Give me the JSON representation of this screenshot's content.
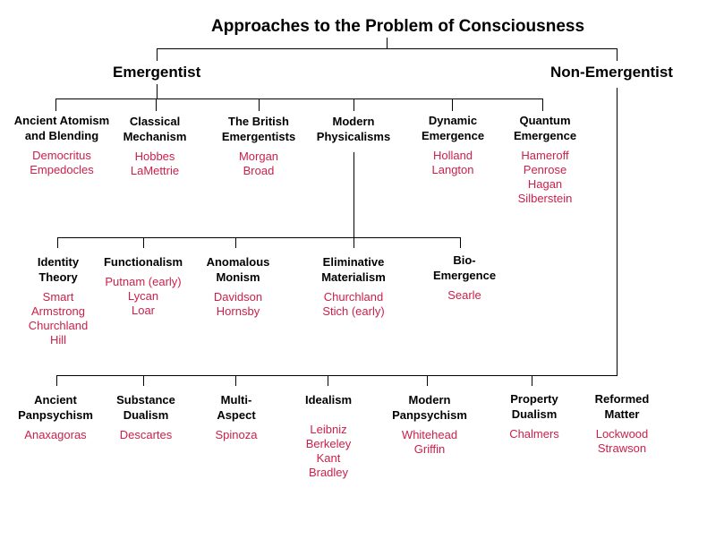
{
  "title": "Approaches to the Problem of Consciousness",
  "branches": {
    "emergentist": "Emergentist",
    "non_emergentist": "Non-Emergentist"
  },
  "emergentist_nodes": [
    {
      "name": "Ancient Atomism\nand Blending",
      "people": "Democritus\nEmpedocles"
    },
    {
      "name": "Classical\nMechanism",
      "people": "Hobbes\nLaMettrie"
    },
    {
      "name": "The British\nEmergentists",
      "people": "Morgan\nBroad"
    },
    {
      "name": "Modern\nPhysicalisms",
      "people": ""
    },
    {
      "name": "Dynamic\nEmergence",
      "people": "Holland\nLangton"
    },
    {
      "name": "Quantum\nEmergence",
      "people": "Hameroff\nPenrose\nHagan\nSilberstein"
    }
  ],
  "physicalism_nodes": [
    {
      "name": "Identity\nTheory",
      "people": "Smart\nArmstrong\nChurchland\nHill"
    },
    {
      "name": "Functionalism",
      "people": "Putnam (early)\nLycan\nLoar"
    },
    {
      "name": "Anomalous\nMonism",
      "people": "Davidson\nHornsby"
    },
    {
      "name": "Eliminative\nMaterialism",
      "people": "Churchland\nStich (early)"
    },
    {
      "name": "Bio-\nEmergence",
      "people": "Searle"
    }
  ],
  "non_emergentist_nodes": [
    {
      "name": "Ancient\nPanpsychism",
      "people": "Anaxagoras"
    },
    {
      "name": "Substance\nDualism",
      "people": "Descartes"
    },
    {
      "name": "Multi-\nAspect",
      "people": "Spinoza"
    },
    {
      "name": "Idealism",
      "people": "Leibniz\nBerkeley\nKant\nBradley"
    },
    {
      "name": "Modern\nPanpsychism",
      "people": "Whitehead\nGriffin"
    },
    {
      "name": "Property\nDualism",
      "people": "Chalmers"
    },
    {
      "name": "Reformed\nMatter",
      "people": "Lockwood\nStrawson"
    }
  ],
  "colors": {
    "names": "#000000",
    "people": "#cc1f4a",
    "lines": "#000000"
  }
}
